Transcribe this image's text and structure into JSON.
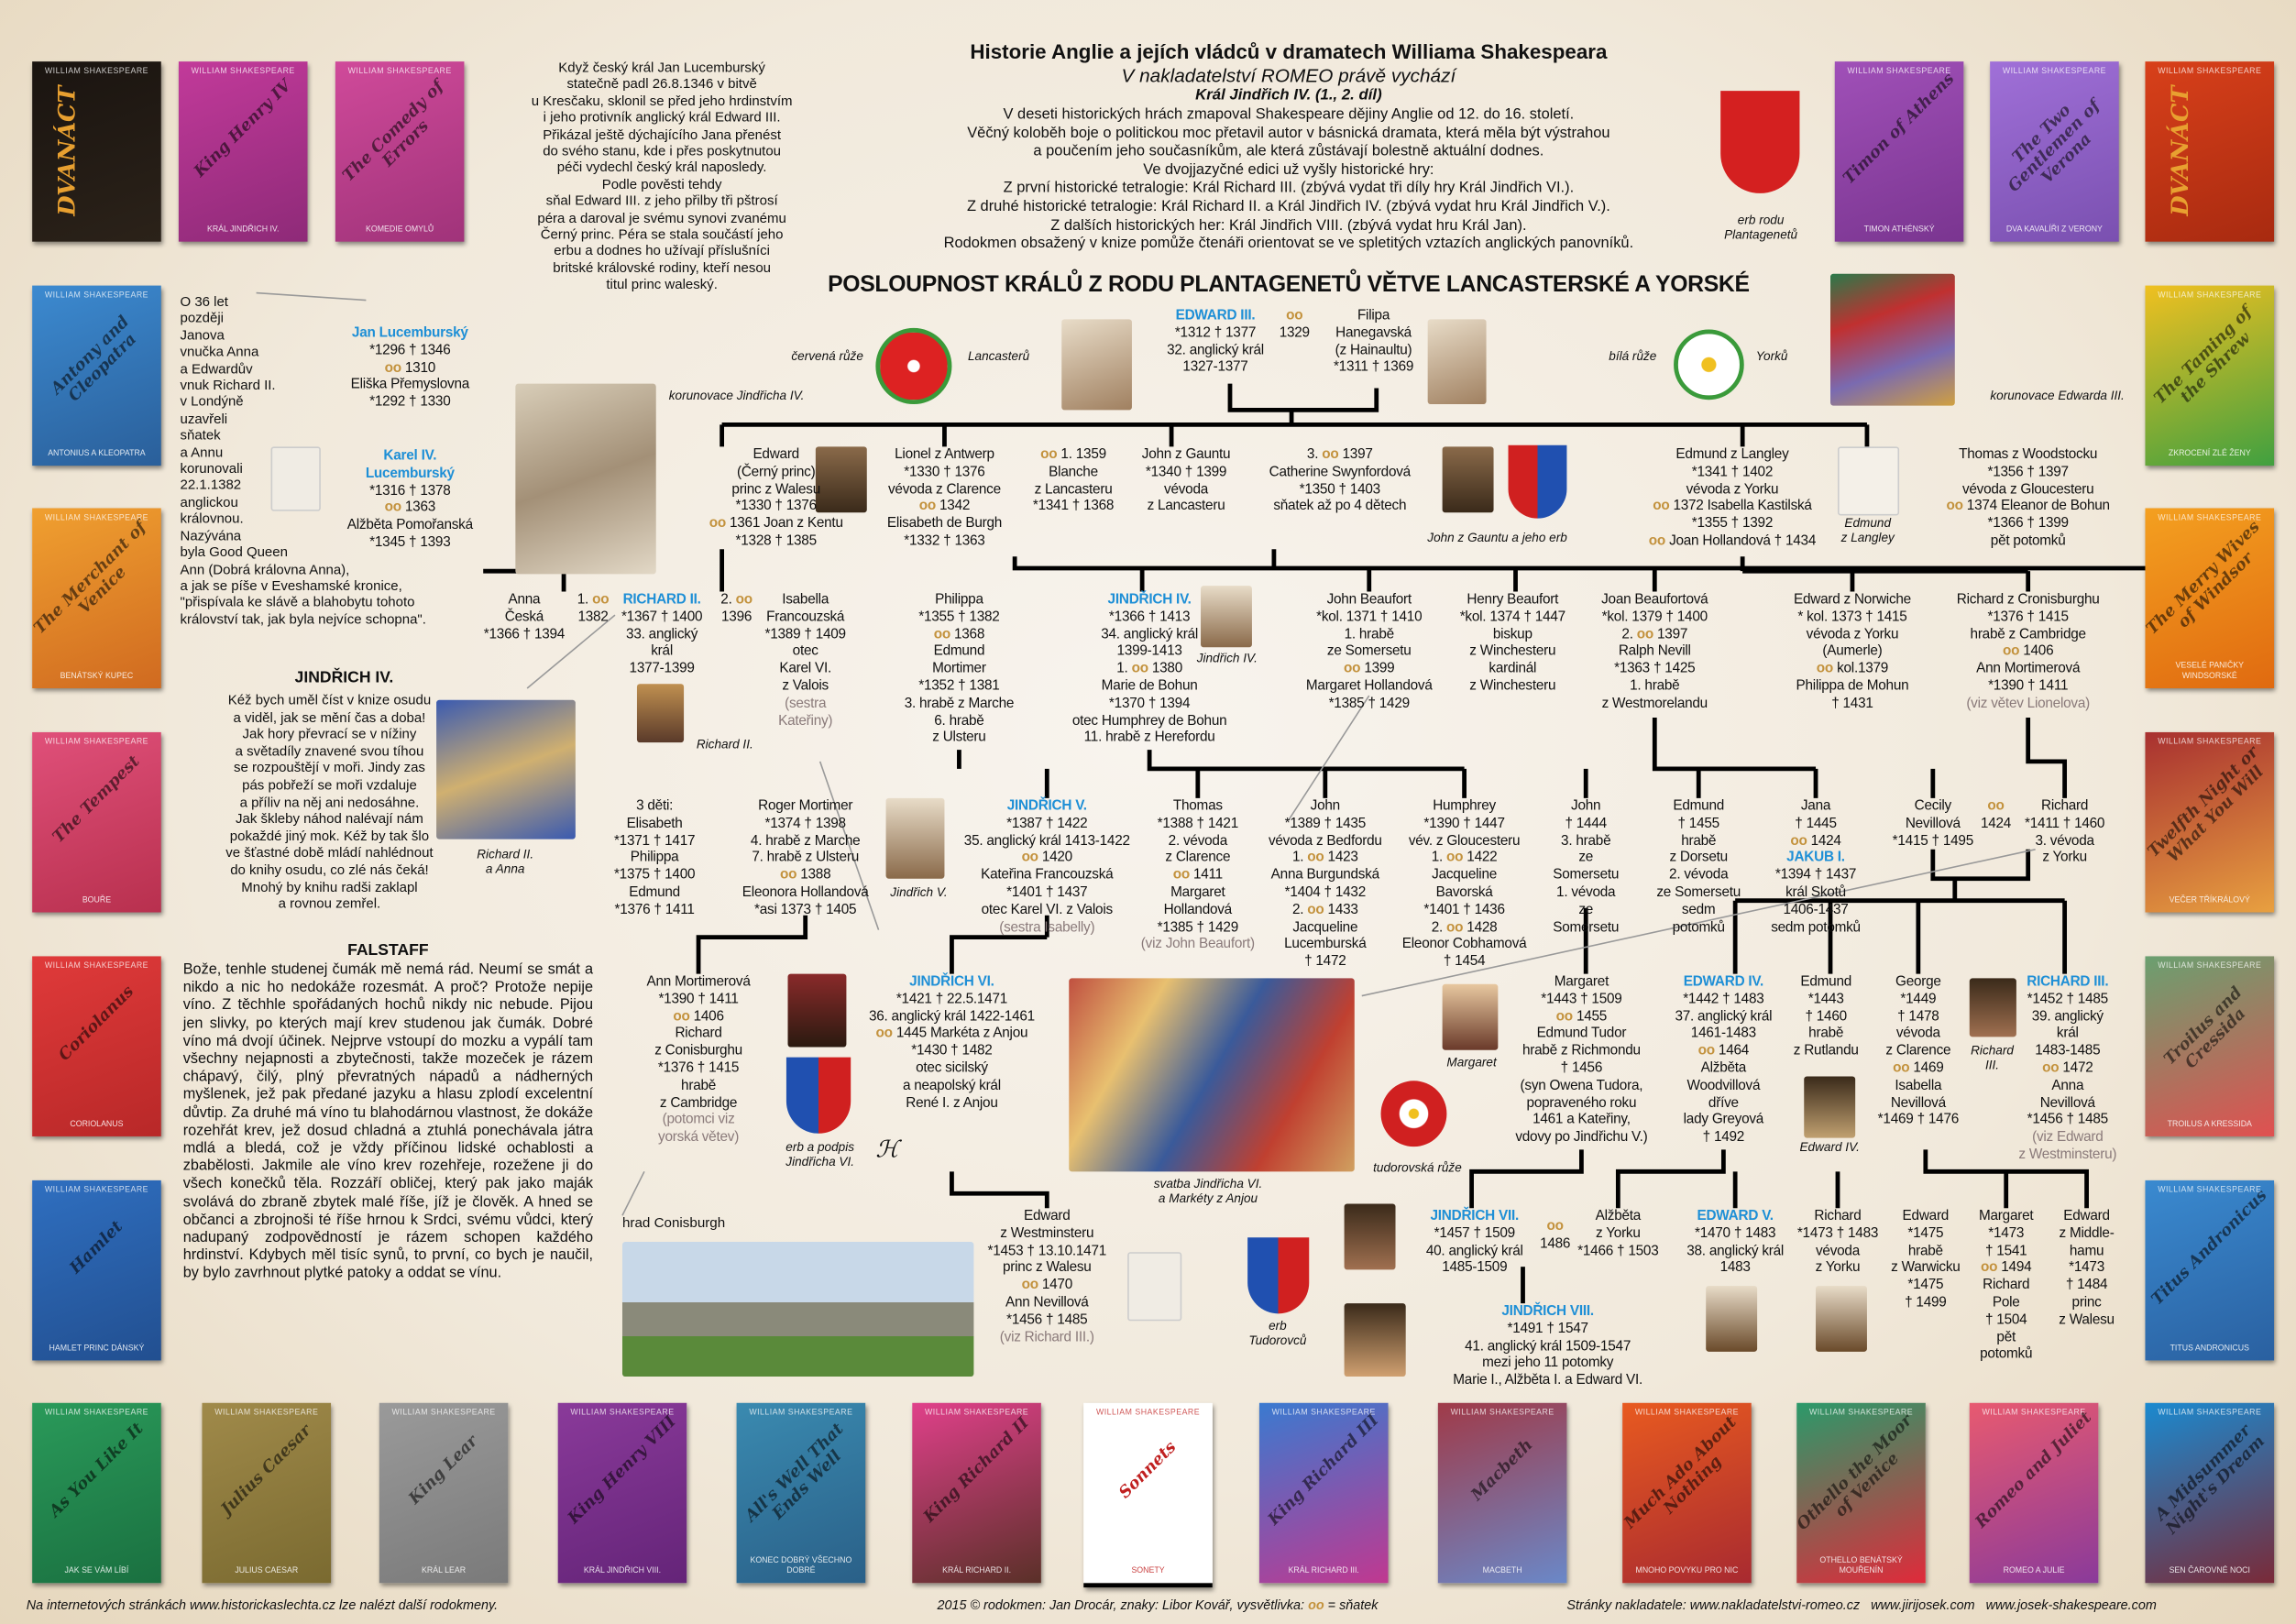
{
  "header": {
    "title": "Historie Anglie a jejích vládců v dramatech Williama Shakespeara",
    "subtitle": "V nakladatelství ROMEO právě vychází",
    "book": "Král Jindřich IV. (1., 2. díl)",
    "intro": "V deseti historických hrách zmapoval Shakespeare dějiny Anglie od 12. do 16. století.\nVěčný koloběh boje o politickou moc přetavil autor v básnická dramata, která měla být výstrahou\na poučením jeho současníkům, ale která zůstávají bolestně aktuální dodnes.\nVe dvojjazyčné edici už vyšly historické hry:\nZ první historické tetralogie: Král Richard III. (zbývá vydat tři díly hry Král Jindřich VI.).\nZ druhé historické tetralogie: Král Richard II. a Král Jindřich IV. (zbývá vydat hru Král Jindřich V.).\nZ dalších historických her: Král Jindřich VIII. (zbývá vydat hru Král Jan).\nRodokmen obsažený v knize pomůže čtenáři orientovat se ve spletitých vztazích anglických panovníků.",
    "heading": "POSLOUPNOST KRÁLŮ Z RODU PLANTAGENETŮ VĚTVE LANCASTERSKÉ A YORSKÉ"
  },
  "side_texts": {
    "jan_story": "Když český král Jan Lucemburský\nstatečně padl  26.8.1346 v bitvě\nu Kresčaku, sklonil se před jeho hrdinstvím\ni jeho protivník anglický král Edward III.\nPřikázal ještě dýchajícího Jana přenést\ndo svého stanu, kde i přes poskytnutou\npéči vydechl český král naposledy.\nPodle pověsti tehdy\nsňal Edward III. z jeho přilby tři pštrosí\npéra a daroval je svému synovi zvanému\nČerný princ. Péra se stala součástí jeho\nerbu a dodnes ho užívají příslušníci\nbritské královské rodiny, kteří nesou\ntitul princ waleský.",
    "anna_story": "O 36 let\npozději\nJanova\nvnučka Anna\na Edwardův\nvnuk Richard II.\nv Londýně\nuzavřeli\nsňatek\na Annu\nkorunovali\n22.1.1382\nanglickou\nkrálovnou.\nNazývána\nbyla Good Queen\nAnn (Dobrá královna Anna),\na jak se píše v Eveshamské kronice,\n\"přispívala ke slávě a blahobytu tohoto\nkrálovství tak, jak byla nejvíce schopna\".",
    "jindrich_title": "JINDŘICH IV.",
    "jindrich_text": "Kéž bych uměl číst v knize osudu\na viděl, jak se mění čas a doba!\nJak hory převrací se v nížiny\na světadíly znavené svou tíhou\nse rozpouštějí v moři. Jindy zas\npás pobřeží se moři vzdaluje\na příliv na něj ani nedosáhne.\nJak škleby náhod nalévají nám\npokaždé jiný mok. Kéž by tak šlo\nve šťastné době mládí nahlédnout\ndo knihy osudu, co zlé nás čeká!\nMnohý by knihu radši zaklapl\na rovnou zemřel.",
    "falstaff_title": "FALSTAFF",
    "falstaff_text": "Bože, tenhle studenej čumák mě nemá rád. Neumí se smát a nikdo a nic ho nedokáže rozesmát. A proč? Protože nepije víno. Z těchhle spořádaných hochů nikdy nic nebude. Pijou jen slivky, po kterých mají krev studenou jak čumák. Dobré víno má dvojí účinek. Nejprve vstoupí do mozku a vypálí tam všechny nejapnosti a zbytečnosti, takže mozeček je rázem chápavý, čilý, plný převratných nápadů a nádherných myšlenek, jež pak předané jazyku a hlasu zplodí excelentní důvtip. Za druhé má víno tu blahodárnou vlastnost, že dokáže rozehřát krev, jež dosud chladná a ztuhlá ponechávala játra mdlá a bledá, což je vždy příčinou lidské ochablosti a zbabělosti. Jakmile ale víno krev rozehřeje, rozežene ji do všech konečků těla. Rozzáří obličej, který pak jako maják svolává do zbraně zbytek malé říše, jíž je člověk. A hned se občanci a zbrojnoši té říše hrnou k Srdci, svému vůdci, který nadupaný zodpovědností je rázem schopen každého hrdinství. Kdybych měl tisíc synů, to první, co bych je naučil, by bylo zavrhnout plytké patoky a oddat se vínu."
  },
  "captions": {
    "kor_j4": "korunovace Jindřicha IV.",
    "red_rose": "červená růže",
    "lancaster": "Lancasterů",
    "white_rose": "bílá růže",
    "york": "Yorků",
    "kor_e3": "korunovace Edwarda III.",
    "plantagenet": "erb rodu\nPlantagenetů",
    "gaunt": "John z Gauntu a jeho erb",
    "langley": "Edmund\nz Langley",
    "j4": "Jindřich IV.",
    "r2": "Richard II.",
    "r2anna": "Richard II.\na Anna",
    "j5": "Jindřich V.",
    "j6erb": "erb a podpis\nJindřicha VI.",
    "svatba": "svatba Jindřicha VI.\na Markéty z Anjou",
    "tudor_rose": "tudorovská růže",
    "margaret": "Margaret",
    "e4": "Edward IV.",
    "r3": "Richard\nIII.",
    "conisburgh": "hrad Conisburgh",
    "tudor_erb": "erb\nTudorovců"
  },
  "people": [
    {
      "id": "edward3",
      "name": "EDWARD III.",
      "king": true,
      "text": "*1312 † 1377\n32. anglický král\n1327-1377"
    },
    {
      "id": "m1329",
      "text": "oo\n1329"
    },
    {
      "id": "filipa",
      "text": "Filipa\nHanegavská\n(z Hainaultu)\n*1311 † 1369"
    },
    {
      "id": "blackprince",
      "text": "Edward\n(Černý princ)\nprinc z Walesu\n*1330 † 1376\noo 1361 Joan z Kentu\n*1328 † 1385"
    },
    {
      "id": "lionel",
      "text": "Lionel z Antwerp\n*1330 † 1376\nvévoda z Clarence\noo 1342\nElisabeth de Burgh\n*1332 † 1363"
    },
    {
      "id": "blanche",
      "text": "oo 1. 1359\nBlanche\nz Lancasteru\n*1341 † 1368"
    },
    {
      "id": "gaunt",
      "text": "John z Gauntu\n*1340 † 1399\nvévoda\nz Lancasteru"
    },
    {
      "id": "catherine",
      "text": "3. oo 1397\nCatherine Swynfordová\n*1350 † 1403\nsňatek až po 4 dětech"
    },
    {
      "id": "langley",
      "text": "Edmund z Langley\n*1341 † 1402\nvévoda z Yorku\noo 1372 Isabella Kastilská\n*1355 † 1392\noo Joan Hollandová † 1434"
    },
    {
      "id": "woodstock",
      "text": "Thomas z Woodstocku\n*1356 † 1397\nvévoda z Gloucesteru\noo 1374 Eleanor de Bohun\n*1366 † 1399\npět potomků"
    },
    {
      "id": "anna",
      "text": "Anna\nČeská\n*1366 † 1394"
    },
    {
      "id": "m1382",
      "text": "1. oo\n1382"
    },
    {
      "id": "richard2",
      "name": "RICHARD II.",
      "king": true,
      "text": "*1367 † 1400\n33. anglický\nkrál\n1377-1399"
    },
    {
      "id": "m1396",
      "text": "2. oo\n1396"
    },
    {
      "id": "isabella",
      "text": "Isabella\nFrancouzská\n*1389 † 1409\notec\nKarel VI.\nz Valois",
      "note": "(sestra\nKateřiny)"
    },
    {
      "id": "philippa",
      "text": "Philippa\n*1355 † 1382\noo 1368\nEdmund\nMortimer\n*1352 † 1381\n3. hrabě z Marche\n6. hrabě\nz Ulsteru"
    },
    {
      "id": "henry4",
      "name": "JINDŘICH IV.",
      "king": true,
      "text": "*1366 † 1413\n34. anglický král\n1399-1413\n1. oo 1380\nMarie de Bohun\n*1370 † 1394\notec Humphrey de Bohun\n11. hrabě z Herefordu"
    },
    {
      "id": "jbeaufort",
      "text": "John Beaufort\n*kol. 1371 † 1410\n1. hrabě\nze Somersetu\noo 1399\nMargaret Hollandová\n*1385 † 1429"
    },
    {
      "id": "hbeaufort",
      "text": "Henry Beaufort\n*kol. 1374 † 1447\nbiskup\nz Winchesteru\nkardinál\nz Winchesteru"
    },
    {
      "id": "joan",
      "text": "Joan Beaufortová\n*kol. 1379 † 1400\n2. oo 1397\nRalph Nevill\n*1363 † 1425\n1. hrabě\nz Westmorelandu"
    },
    {
      "id": "norwich",
      "text": "Edward z Norwiche\n* kol. 1373 † 1415\nvévoda z Yorku\n(Aumerle)\noo kol.1379\nPhilippa de Mohun\n† 1431"
    },
    {
      "id": "cronisburgh",
      "text": "Richard z Cronisburghu\n*1376 † 1415\nhrabě z Cambridge\noo 1406\nAnn Mortimerová\n*1390 † 1411",
      "note": "(viz větev Lionelova)"
    },
    {
      "id": "deti",
      "text": "3 děti:\nElisabeth\n*1371 † 1417\nPhilippa\n*1375 † 1400\nEdmund\n*1376 † 1411"
    },
    {
      "id": "mortimer",
      "text": "Roger Mortimer\n*1374 † 1398\n4. hrabě z Marche\n7. hrabě z Ulsteru\noo 1388\nEleonora Hollandová\n*asi 1373 † 1405"
    },
    {
      "id": "henry5",
      "name": "JINDŘICH V.",
      "king": true,
      "text": "*1387 † 1422\n35. anglický král 1413-1422\noo 1420\nKateřina Francouzská\n*1401 † 1437\notec Karel VI. z Valois",
      "note": "(sestra Isabelly)"
    },
    {
      "id": "thomas",
      "text": "Thomas\n*1388 † 1421\n2. vévoda\nz Clarence\noo 1411\nMargaret\nHollandová\n*1385 † 1429",
      "note": "(viz John Beaufort)"
    },
    {
      "id": "johnbed",
      "text": "John\n*1389 † 1435\nvévoda z Bedfordu\n1. oo 1423\nAnna Burgundská\n*1404 † 1432\n2. oo 1433\nJacqueline\nLucemburská\n† 1472"
    },
    {
      "id": "humphrey",
      "text": "Humphrey\n*1390 † 1447\nvév. z Gloucesteru\n1. oo 1422\nJacqueline\nBavorská\n*1401 † 1436\n2. oo 1428\nEleonor Cobhamová\n† 1454"
    },
    {
      "id": "johnsom",
      "text": "John\n† 1444\n3. hrabě\nze\nSomersetu\n1. vévoda\nze\nSomersetu"
    },
    {
      "id": "edmundsom",
      "text": "Edmund\n† 1455\nhrabě\nz Dorsetu\n2. vévoda\nze Somersetu\nsedm\npotomků"
    },
    {
      "id": "jana",
      "text": "Jana\n† 1445\noo 1424",
      "name2": "JAKUB I.",
      "text2": "*1394 † 1437\nkrál Skotů\n1406-1437\nsedm potomků"
    },
    {
      "id": "cecily",
      "text": "Cecily\nNevillová\n*1415 † 1495"
    },
    {
      "id": "m1424",
      "text": "oo\n1424"
    },
    {
      "id": "richardyork",
      "text": "Richard\n*1411 † 1460\n3. vévoda\nz Yorku"
    },
    {
      "id": "annmort",
      "text": "Ann Mortimerová\n*1390 † 1411\noo 1406\nRichard\nz Conisburghu\n*1376 † 1415\nhrabě\nz Cambridge",
      "note": "(potomci viz\nyorská větev)"
    },
    {
      "id": "henry6",
      "name": "JINDŘICH VI.",
      "king": true,
      "text": "*1421 † 22.5.1471\n36. anglický král 1422-1461\noo 1445 Markéta z Anjou\n*1430 † 1482\notec sicilský\na neapolský král\nRené I. z Anjou"
    },
    {
      "id": "margaretb",
      "text": "Margaret\n*1443 † 1509\noo 1455\nEdmund Tudor\nhrabě z Richmondu\n† 1456\n(syn Owena Tudora,\npopraveného roku\n1461 a Kateřiny,\nvdovy po Jindřichu V.)"
    },
    {
      "id": "edward4",
      "name": "EDWARD IV.",
      "king": true,
      "text": "*1442 † 1483\n37. anglický král\n1461-1483\noo 1464\nAlžběta\nWoodvillová\ndříve\nlady Greyová\n† 1492"
    },
    {
      "id": "edmundrut",
      "text": "Edmund\n*1443\n† 1460\nhrabě\nz Rutlandu"
    },
    {
      "id": "george",
      "text": "George\n*1449\n† 1478\nvévoda\nz Clarence\noo 1469\nIsabella\nNevillová\n*1469 † 1476"
    },
    {
      "id": "richard3",
      "name": "RICHARD III.",
      "king": true,
      "text": "*1452 † 1485\n39. anglický\nkrál\n1483-1485\noo 1472\nAnna\nNevillová\n*1456 † 1485",
      "note": "(viz Edward\nz Westminsteru)"
    },
    {
      "id": "edwestm",
      "text": "Edward\nz Westminsteru\n*1453 † 13.10.1471\nprinc z Walesu\noo 1470\nAnn Nevillová\n*1456 † 1485",
      "note": "(viz Richard III.)"
    },
    {
      "id": "henry7",
      "name": "JINDŘICH VII.",
      "king": true,
      "text": "*1457 † 1509\n40. anglický král\n1485-1509"
    },
    {
      "id": "m1486",
      "text": "oo\n1486"
    },
    {
      "id": "alzbeta",
      "text": "Alžběta\nz Yorku\n*1466 † 1503"
    },
    {
      "id": "edward5",
      "name": "EDWARD V.",
      "king": true,
      "text": "*1470 † 1483\n38. anglický král\n1483"
    },
    {
      "id": "richardy",
      "text": "Richard\n*1473 † 1483\nvévoda\nz Yorku"
    },
    {
      "id": "edwardw",
      "text": "Edward\n*1475\nhrabě\nz Warwicku\n*1475\n† 1499"
    },
    {
      "id": "margaretp",
      "text": "Margaret\n*1473\n† 1541\noo 1494\nRichard\nPole\n† 1504\npět\npotomků"
    },
    {
      "id": "edwardm",
      "text": "Edward\nz Middle-\nhamu\n*1473\n† 1484\nprinc\nz Walesu"
    },
    {
      "id": "henry8",
      "name": "JINDŘICH VIII.",
      "king": true,
      "text": "*1491 † 1547\n41. anglický král 1509-1547\nmezi jeho 11 potomky\nMarie I., Alžběta I. a Edward VI."
    }
  ],
  "books": [
    {
      "id": "dvanact-l",
      "en": "DVANÁCT",
      "cz": "",
      "color": "#1a1410",
      "color2": "#2b2219"
    },
    {
      "id": "henry4",
      "en": "King Henry IV",
      "cz": "KRÁL JINDŘICH IV.",
      "color": "#c23a9a",
      "color2": "#8e2a78"
    },
    {
      "id": "errors",
      "en": "The Comedy of Errors",
      "cz": "KOMEDIE OMYLŮ",
      "color": "#d04a9a",
      "color2": "#a0337a"
    },
    {
      "id": "antony",
      "en": "Antony and Cleopatra",
      "cz": "ANTONIUS A KLEOPATRA",
      "color": "#3c8ad0",
      "color2": "#2a5f9a"
    },
    {
      "id": "merchant",
      "en": "The Merchant of Venice",
      "cz": "BENÁTSKÝ KUPEC",
      "color": "#f0a030",
      "color2": "#d06a20"
    },
    {
      "id": "tempest",
      "en": "The Tempest",
      "cz": "BOUŘE",
      "color": "#e0507a",
      "color2": "#b8304e"
    },
    {
      "id": "coriolanus",
      "en": "Coriolanus",
      "cz": "CORIOLANUS",
      "color": "#e03a3a",
      "color2": "#b82828"
    },
    {
      "id": "hamlet",
      "en": "Hamlet",
      "cz": "HAMLET PRINC DÁNSKÝ",
      "color": "#2f6fc0",
      "color2": "#224f90"
    },
    {
      "id": "timon",
      "en": "Timon of Athens",
      "cz": "TIMON ATHÉNSKÝ",
      "color": "#a050b8",
      "color2": "#7a3590"
    },
    {
      "id": "verona",
      "en": "The Two Gentlemen of Verona",
      "cz": "DVA KAVALÍŘI Z VERONY",
      "color": "#a070d8",
      "color2": "#7a50b0"
    },
    {
      "id": "dvanact-r",
      "en": "DVANÁCT",
      "cz": "",
      "color": "#d8401a",
      "color2": "#a82a10"
    },
    {
      "id": "shrew",
      "en": "The Taming of the Shrew",
      "cz": "ZKROCENÍ ZLÉ ŽENY",
      "color": "#f0c020",
      "color2": "#40a040"
    },
    {
      "id": "windsor",
      "en": "The Merry Wives of Windsor",
      "cz": "VESELÉ PANIČKY WINDSORSKÉ",
      "color": "#f4a020",
      "color2": "#e06a10"
    },
    {
      "id": "twelfth",
      "en": "Twelfth Night or What You Will",
      "cz": "VEČER TŘÍKRÁLOVÝ",
      "color": "#a83030",
      "color2": "#e8a040"
    },
    {
      "id": "troilus",
      "en": "Troilus and Cressida",
      "cz": "TROILUS A KRESSIDA",
      "color": "#6aa070",
      "color2": "#e05050"
    },
    {
      "id": "titus",
      "en": "Titus Andronicus",
      "cz": "TITUS ANDRONICUS",
      "color": "#3a8ad0",
      "color2": "#2a60a0"
    },
    {
      "id": "asyou",
      "en": "As You Like It",
      "cz": "JAK SE VÁM LÍBÍ",
      "color": "#2a9a5a",
      "color2": "#1a7040"
    },
    {
      "id": "caesar",
      "en": "Julius Caesar",
      "cz": "JULIUS CAESAR",
      "color": "#a08a4a",
      "color2": "#7a6a30"
    },
    {
      "id": "lear",
      "en": "King Lear",
      "cz": "KRÁL LEAR",
      "color": "#9a9a9a",
      "color2": "#7a7a7a"
    },
    {
      "id": "henry8",
      "en": "King Henry VIII",
      "cz": "KRÁL JINDŘICH VIII.",
      "color": "#8a3a9a",
      "color2": "#642478"
    },
    {
      "id": "allswell",
      "en": "All's Well That Ends Well",
      "cz": "KONEC DOBRÝ VŠECHNO DOBRÉ",
      "color": "#3a8ab0",
      "color2": "#2a6088"
    },
    {
      "id": "richard2",
      "en": "King Richard II",
      "cz": "KRÁL RICHARD II.",
      "color": "#e0408a",
      "color2": "#5a3028"
    },
    {
      "id": "sonnets",
      "en": "Sonnets",
      "cz": "SONETY",
      "color": "#ffffff",
      "color2": "#ffffff"
    },
    {
      "id": "richard3",
      "en": "King Richard III",
      "cz": "KRÁL RICHARD III.",
      "color": "#3a7ad0",
      "color2": "#c03890"
    },
    {
      "id": "macbeth",
      "en": "Macbeth",
      "cz": "MACBETH",
      "color": "#a03a48",
      "color2": "#6a88c8"
    },
    {
      "id": "muchado",
      "en": "Much Ado About Nothing",
      "cz": "MNOHO POVYKU PRO NIC",
      "color": "#e85a20",
      "color2": "#a82a30"
    },
    {
      "id": "othello",
      "en": "Othello the Moor of Venice",
      "cz": "OTHELLO BENÁTSKÝ MOUŘENÍN",
      "color": "#2a9a6a",
      "color2": "#e02a3a"
    },
    {
      "id": "romeo",
      "en": "Romeo and Juliet",
      "cz": "ROMEO A JULIE",
      "color": "#e85a70",
      "color2": "#8a3a9a"
    },
    {
      "id": "dream",
      "en": "A Midsummer Night's Dream",
      "cz": "SEN ČAROVNÉ NOCI",
      "color": "#1a8ad0",
      "color2": "#7a2a38"
    }
  ],
  "book_series_label": "WILLIAM SHAKESPEARE",
  "footer": {
    "left": "Na internetových stránkách www.historickaslechta.cz lze nalézt další rodokmeny.",
    "center_pre": "2015 © rodokmen: Jan Drocár, znaky: Libor Kovář, vysvětlivka:",
    "center_sym": "oo",
    "center_post": "= sňatek",
    "publisher_label": "Stránky nakladatele:",
    "link1": "www.nakladatelstvi-romeo.cz",
    "link2": "www.jirijosek.com",
    "link3": "www.josek-shakespeare.com"
  },
  "colors": {
    "king": "#1e8fd6",
    "marriage": "#c3923d",
    "background": "#f1e9db"
  }
}
